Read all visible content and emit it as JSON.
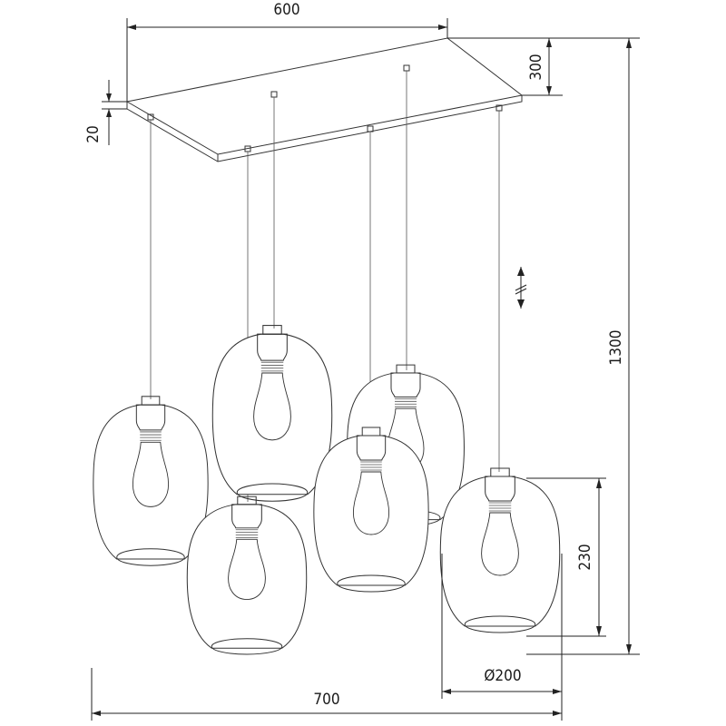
{
  "dimensions": {
    "canopy_length": "600",
    "canopy_height": "20",
    "canopy_depth": "300",
    "total_height": "1300",
    "shade_height": "230",
    "shade_diameter": "Ø200",
    "total_width": "700"
  }
}
